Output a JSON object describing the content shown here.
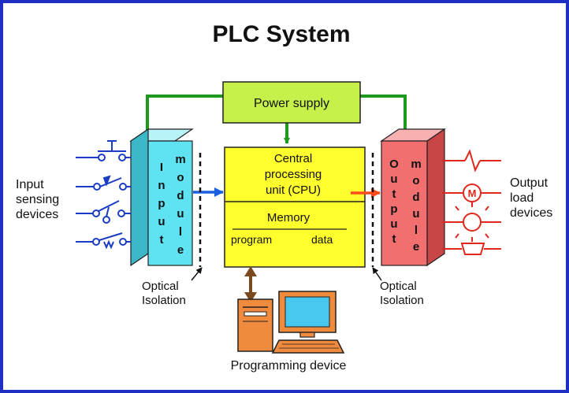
{
  "title": "PLC System",
  "power_supply": {
    "label": "Power supply",
    "color": "#c6f14b"
  },
  "cpu": {
    "label_lines": [
      "Central",
      "processing",
      "unit (CPU)"
    ],
    "color": "#ffff2e"
  },
  "memory": {
    "label": "Memory",
    "program_label": "program",
    "data_label": "data"
  },
  "input_module": {
    "word1": "Input",
    "word2": "module",
    "color": "#5fe3f2"
  },
  "output_module": {
    "word1": "Output",
    "word2": "module",
    "color": "#f26f6f"
  },
  "input_devices": {
    "label_lines": [
      "Input",
      "sensing",
      "devices"
    ]
  },
  "output_devices": {
    "label_lines": [
      "Output",
      "load",
      "devices"
    ],
    "motor_letter": "M"
  },
  "optical_isolation_left": {
    "label_lines": [
      "Optical",
      "Isolation"
    ]
  },
  "optical_isolation_right": {
    "label_lines": [
      "Optical",
      "Isolation"
    ]
  },
  "programming_device": {
    "label": "Programming device"
  },
  "colors": {
    "frame": "#1f2fc4",
    "power_wire": "#1f9a1f",
    "input_wire": "#1b3cc4",
    "output_wire": "#e0281c",
    "input_arrow": "#1b5fe0",
    "output_arrow": "#ff4a1a",
    "programming_arrow": "#7a4a1e",
    "computer": "#f08a3c",
    "monitor_screen": "#49c8ef"
  }
}
